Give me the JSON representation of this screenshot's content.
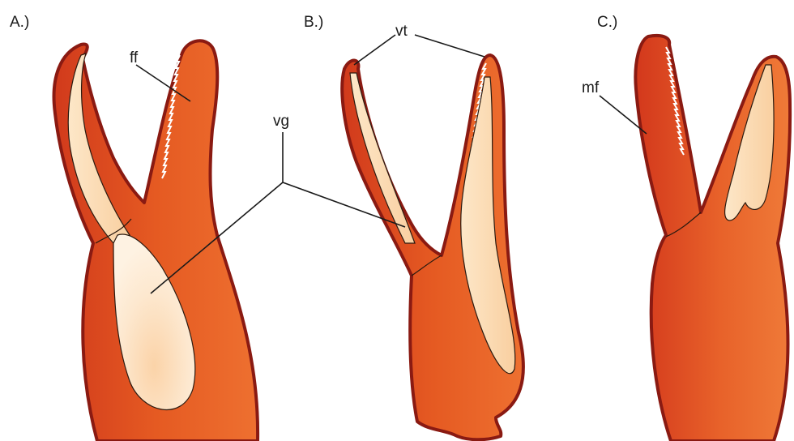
{
  "panels": [
    {
      "id": "A",
      "label": "A.)"
    },
    {
      "id": "B",
      "label": "B.)"
    },
    {
      "id": "C",
      "label": "C.)"
    }
  ],
  "annotations": {
    "ff": "ff",
    "vg": "vg",
    "vt": "vt",
    "mf": "mf"
  },
  "colors": {
    "body_dark": "#c8301a",
    "body_mid": "#e35420",
    "body_light": "#f07a3a",
    "outline": "#8a1a12",
    "gland_light": "#fde6c8",
    "gland_mid": "#f9c898",
    "background": "#ffffff"
  }
}
